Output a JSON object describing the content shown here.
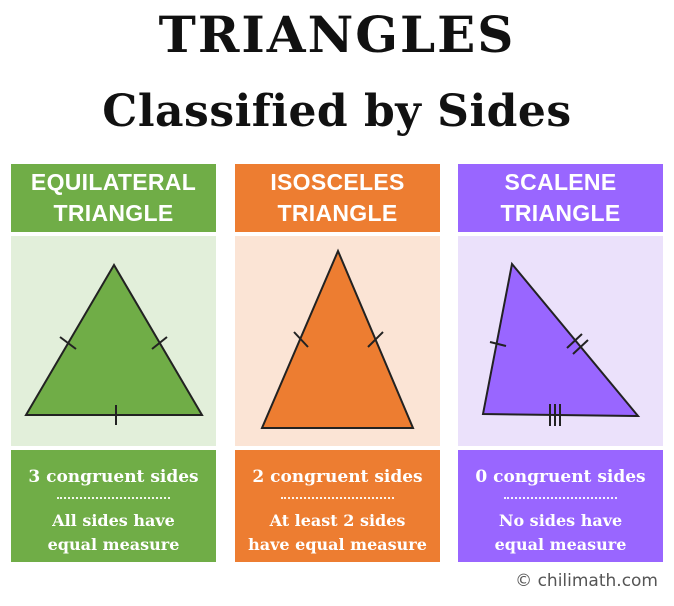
{
  "title": {
    "main": "TRIANGLES",
    "sub": "Classified by Sides"
  },
  "columns": [
    {
      "header_line1": "EQUILATERAL",
      "header_line2": "TRIANGLE",
      "count": "3 congruent sides",
      "desc_line1": "All sides have",
      "desc_line2": "equal measure",
      "header_color": "#70ad47",
      "panel_color": "#e2efda",
      "triangle_color": "#70ad47",
      "footer_color": "#70ad47"
    },
    {
      "header_line1": "ISOSCELES",
      "header_line2": "TRIANGLE",
      "count": "2 congruent sides",
      "desc_line1": "At least 2 sides",
      "desc_line2": "have equal measure",
      "header_color": "#ed7d31",
      "panel_color": "#fbe4d5",
      "triangle_color": "#ed7d31",
      "footer_color": "#ed7d31"
    },
    {
      "header_line1": "SCALENE",
      "header_line2": "TRIANGLE",
      "count": "0 congruent sides",
      "desc_line1": "No sides have",
      "desc_line2": "equal measure",
      "header_color": "#9966ff",
      "panel_color": "#ebe1fb",
      "triangle_color": "#9966ff",
      "footer_color": "#9966ff"
    }
  ],
  "credit": "© chilimath.com"
}
